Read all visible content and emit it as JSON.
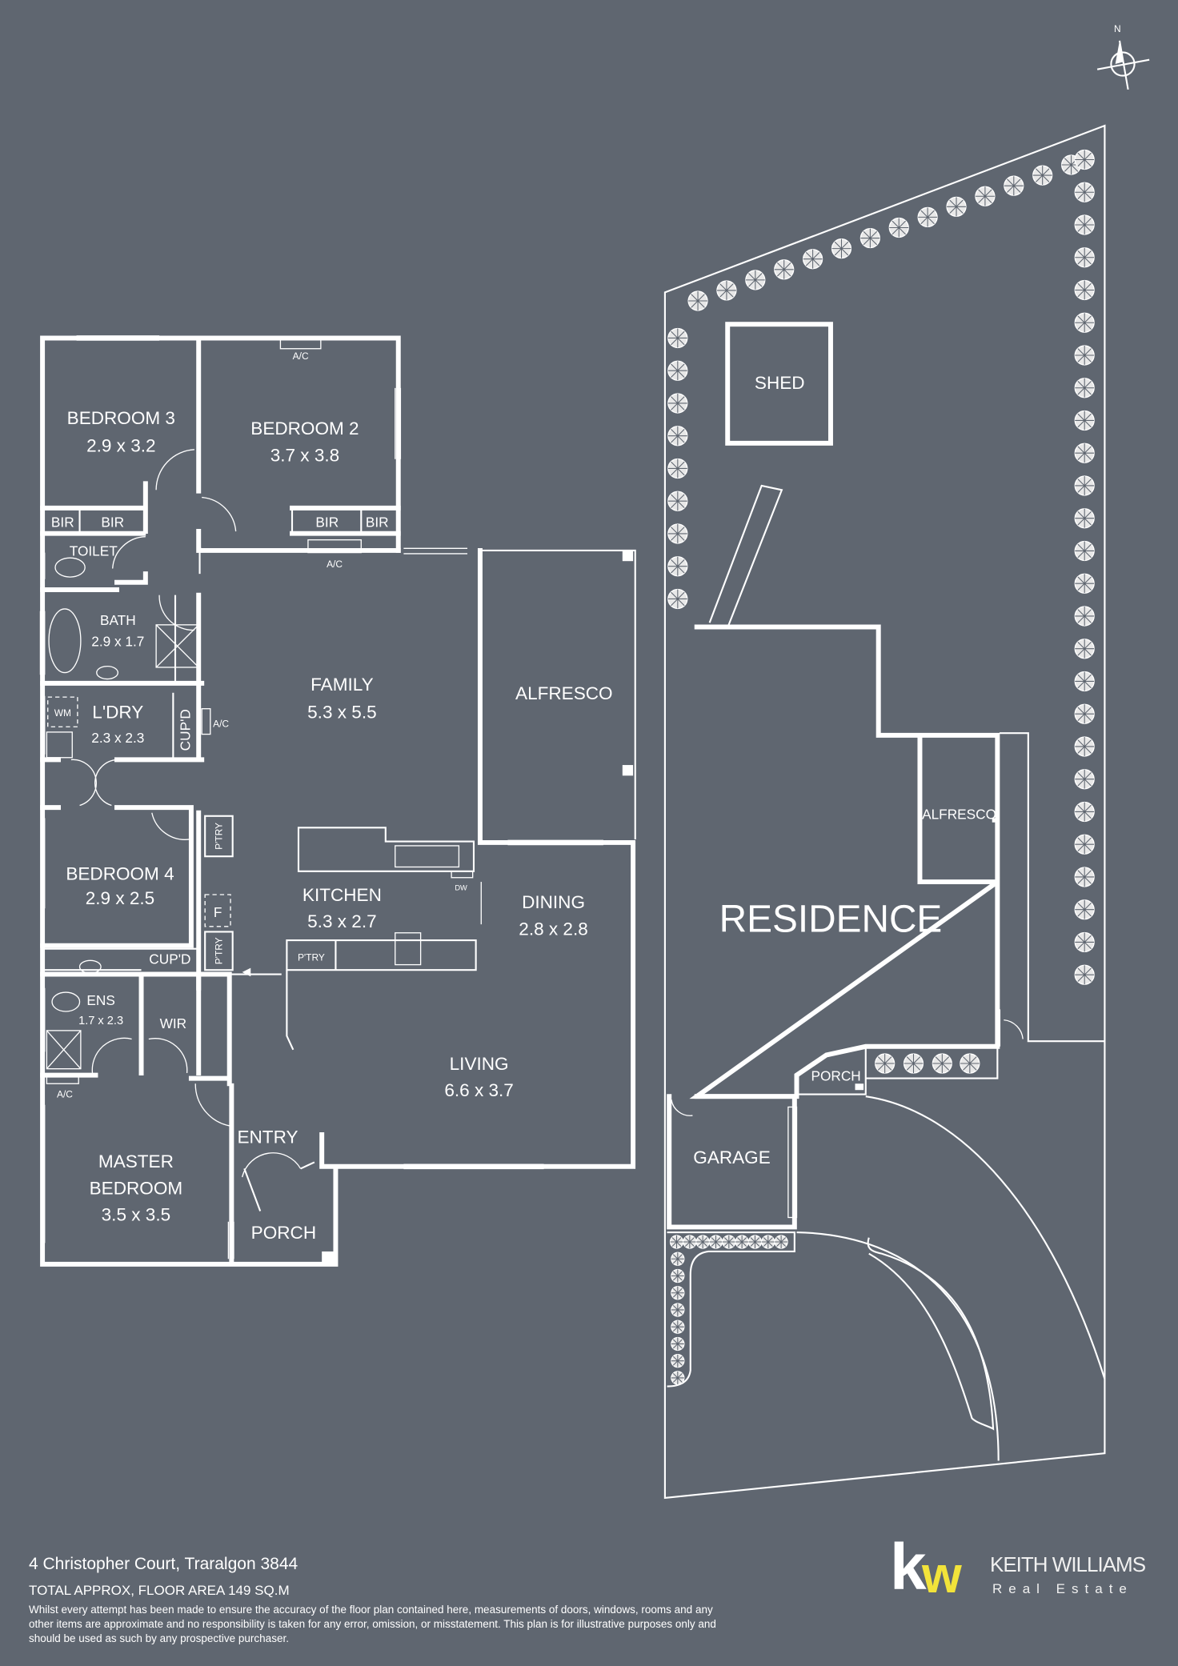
{
  "compass": {
    "north_label": "N"
  },
  "floor_plan": {
    "rooms": {
      "bedroom3": {
        "name": "BEDROOM 3",
        "size": "2.9 x 3.2"
      },
      "bedroom2": {
        "name": "BEDROOM 2",
        "size": "3.7 x 3.8"
      },
      "bath": {
        "name": "BATH",
        "size": "2.9 x 1.7"
      },
      "laundry": {
        "name": "L'DRY",
        "size": "2.3 x 2.3"
      },
      "family": {
        "name": "FAMILY",
        "size": "5.3 x 5.5"
      },
      "alfresco": {
        "name": "ALFRESCO"
      },
      "bedroom4": {
        "name": "BEDROOM 4",
        "size": "2.9 x 2.5"
      },
      "kitchen": {
        "name": "KITCHEN",
        "size": "5.3 x 2.7"
      },
      "dining": {
        "name": "DINING",
        "size": "2.8 x 2.8"
      },
      "ensuite": {
        "name": "ENS",
        "size": "1.7 x 2.3"
      },
      "wir": {
        "name": "WIR"
      },
      "living": {
        "name": "LIVING",
        "size": "6.6 x 3.7"
      },
      "entry": {
        "name": "ENTRY"
      },
      "master": {
        "name_line1": "MASTER",
        "name_line2": "BEDROOM",
        "size": "3.5 x 3.5"
      },
      "porch": {
        "name": "PORCH"
      }
    },
    "fixtures": {
      "bir": "BIR",
      "toilet": "TOILET",
      "ac": "A/C",
      "cupd": "CUP'D",
      "wm": "WM",
      "pantry": "P'TRY",
      "fridge": "F",
      "dw": "DW"
    }
  },
  "site_plan": {
    "shed": "SHED",
    "residence": "RESIDENCE",
    "alfresco": "ALFRESCO",
    "porch": "PORCH",
    "garage": "GARAGE"
  },
  "footer": {
    "address": "4 Christopher Court, Traralgon 3844",
    "floor_area": "TOTAL APPROX, FLOOR AREA 149 SQ.M",
    "disclaimer": "Whilst every attempt has been made to ensure the accuracy of the floor plan contained here, measurements of doors, windows, rooms and any other items are approximate and no responsibility is taken for any error, omission, or misstatement. This plan is for illustrative purposes only and should be used as such by any prospective purchaser."
  },
  "brand": {
    "logo_letters": "kw",
    "name": "KEITH WILLIAMS",
    "tagline": "Real Estate",
    "accent": "#f2e33a"
  }
}
